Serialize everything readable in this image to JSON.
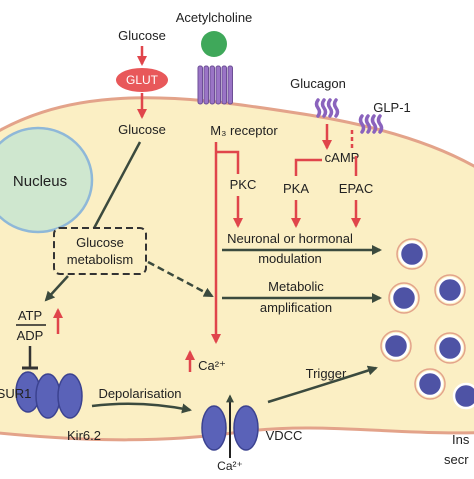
{
  "colors": {
    "cell_fill": "#fbefc4",
    "cell_stroke": "#e3a38a",
    "nucleus_fill": "#cfe7cf",
    "nucleus_stroke": "#8fb8d8",
    "glut_fill": "#e8585a",
    "acetylcholine_ball": "#3fa85a",
    "receptor_purple": "#9a74c6",
    "channel_blue": "#5a62b8",
    "granule_blue": "#4e53a5",
    "red_arrow": "#e0454b",
    "dark_arrow": "#3b4a3e"
  },
  "labels": {
    "glucose_top": "Glucose",
    "glut": "GLUT",
    "glucose_inner": "Glucose",
    "acetylcholine": "Acetylcholine",
    "m3_receptor": "M₃ receptor",
    "glucagon": "Glucagon",
    "glp1": "GLP-1",
    "camp": "cAMP",
    "pkc": "PKC",
    "pka": "PKA",
    "epac": "EPAC",
    "nucleus": "Nucleus",
    "glucose_metabolism_line1": "Glucose",
    "glucose_metabolism_line2": "metabolism",
    "neuronal_line1": "Neuronal or hormonal",
    "neuronal_line2": "modulation",
    "metabolic_line1": "Metabolic",
    "metabolic_line2": "amplification",
    "atp": "ATP",
    "adp": "ADP",
    "sur1": "SUR1",
    "kir62": "Kir6.2",
    "depolarisation": "Depolarisation",
    "trigger": "Trigger",
    "ca_inside": "Ca²⁺",
    "ca_outside": "Ca²⁺",
    "vdcc": "VDCC",
    "insulin_partial": "Ins",
    "secretion_partial": "secr"
  },
  "icons": [
    "glut-transporter",
    "m3-receptor-icon",
    "glucagon-receptor-icon",
    "glp1-receptor-icon",
    "katp-channel-icon",
    "vdcc-channel-icon",
    "insulin-granule-icon"
  ]
}
